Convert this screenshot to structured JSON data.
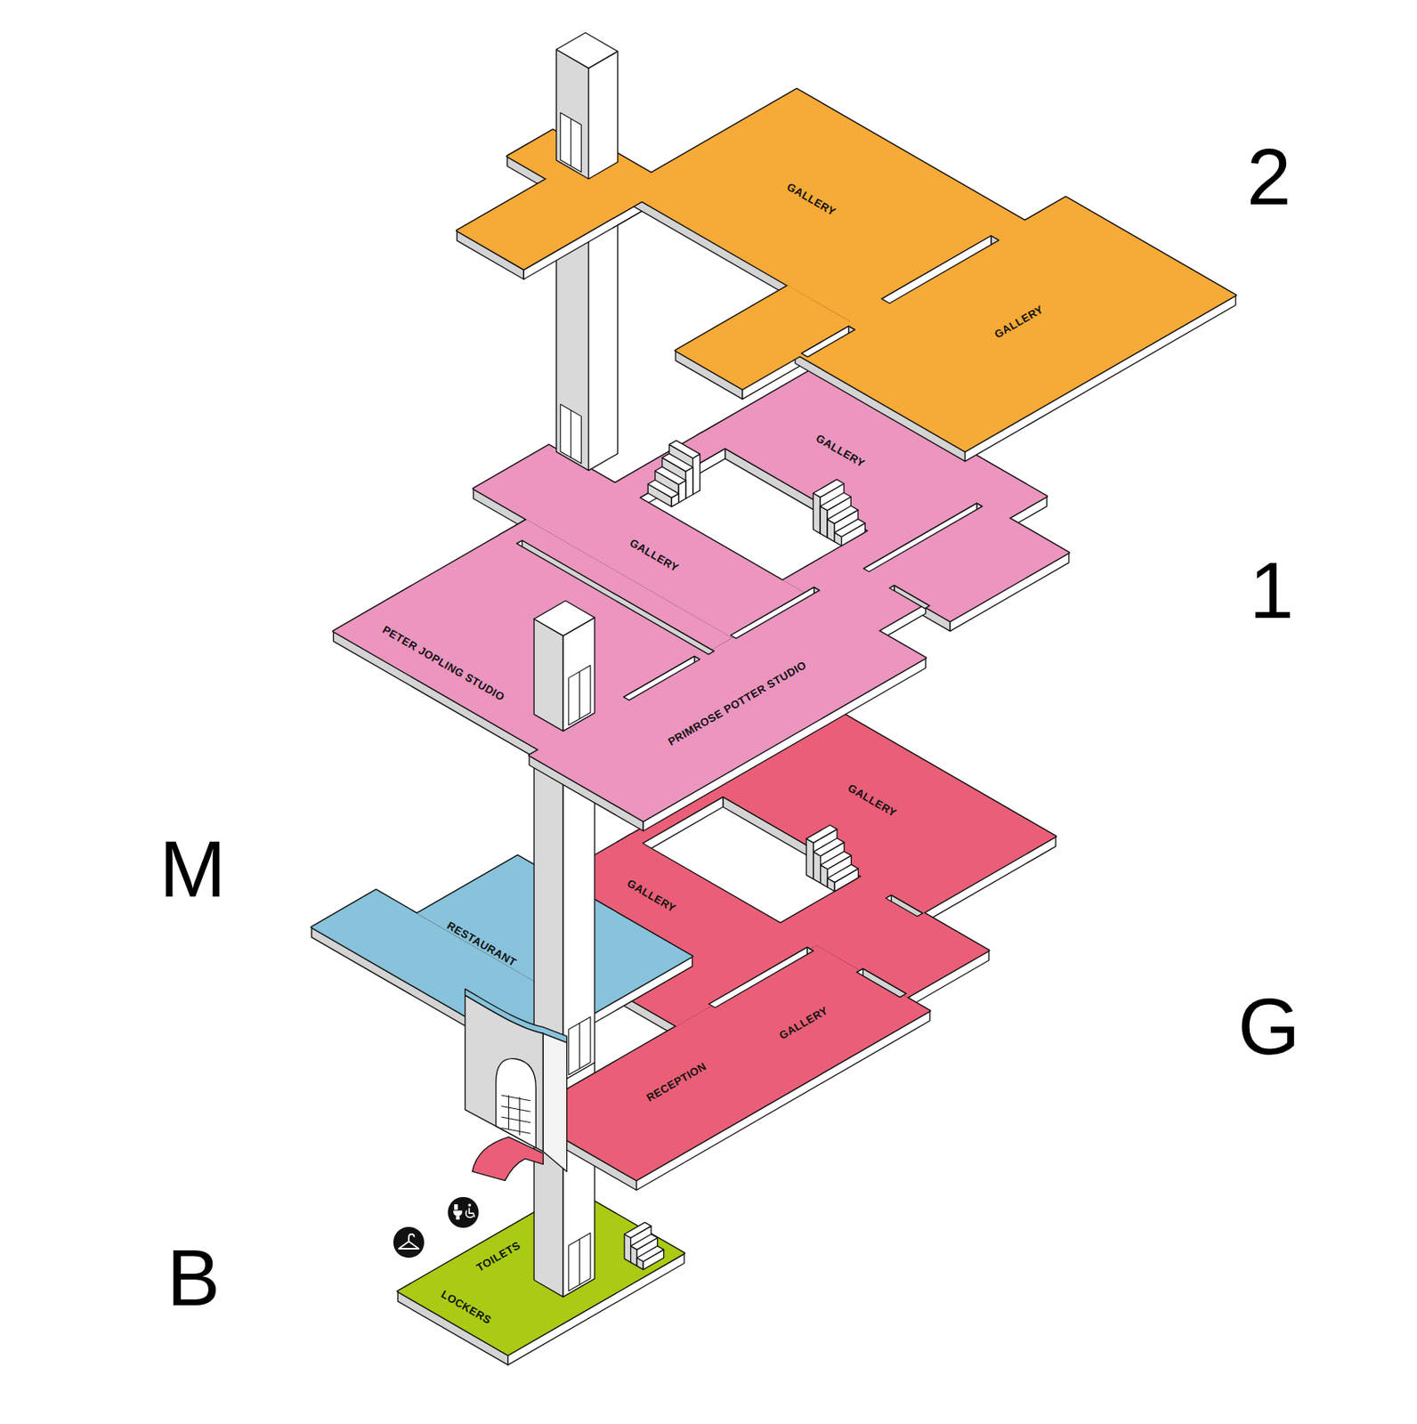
{
  "diagram": {
    "nodes": [
      {
        "text": [
          "GALLERY",
          "GALLERY"
        ]
      },
      {
        "text": [
          "GALLERY",
          "GALLERY",
          "PETER JOPLING STUDIO",
          "PRIMROSE POTTER STUDIO"
        ]
      },
      {
        "text": [
          "RESTAURANT"
        ]
      },
      {
        "text": [
          "GALLERY",
          "GALLERY",
          "GALLERY",
          "RECEPTION"
        ]
      },
      {
        "text": [
          "TOILETS",
          "LOCKERS"
        ]
      }
    ],
    "labels": [
      "2",
      "1",
      "M",
      "G",
      "B"
    ]
  }
}
